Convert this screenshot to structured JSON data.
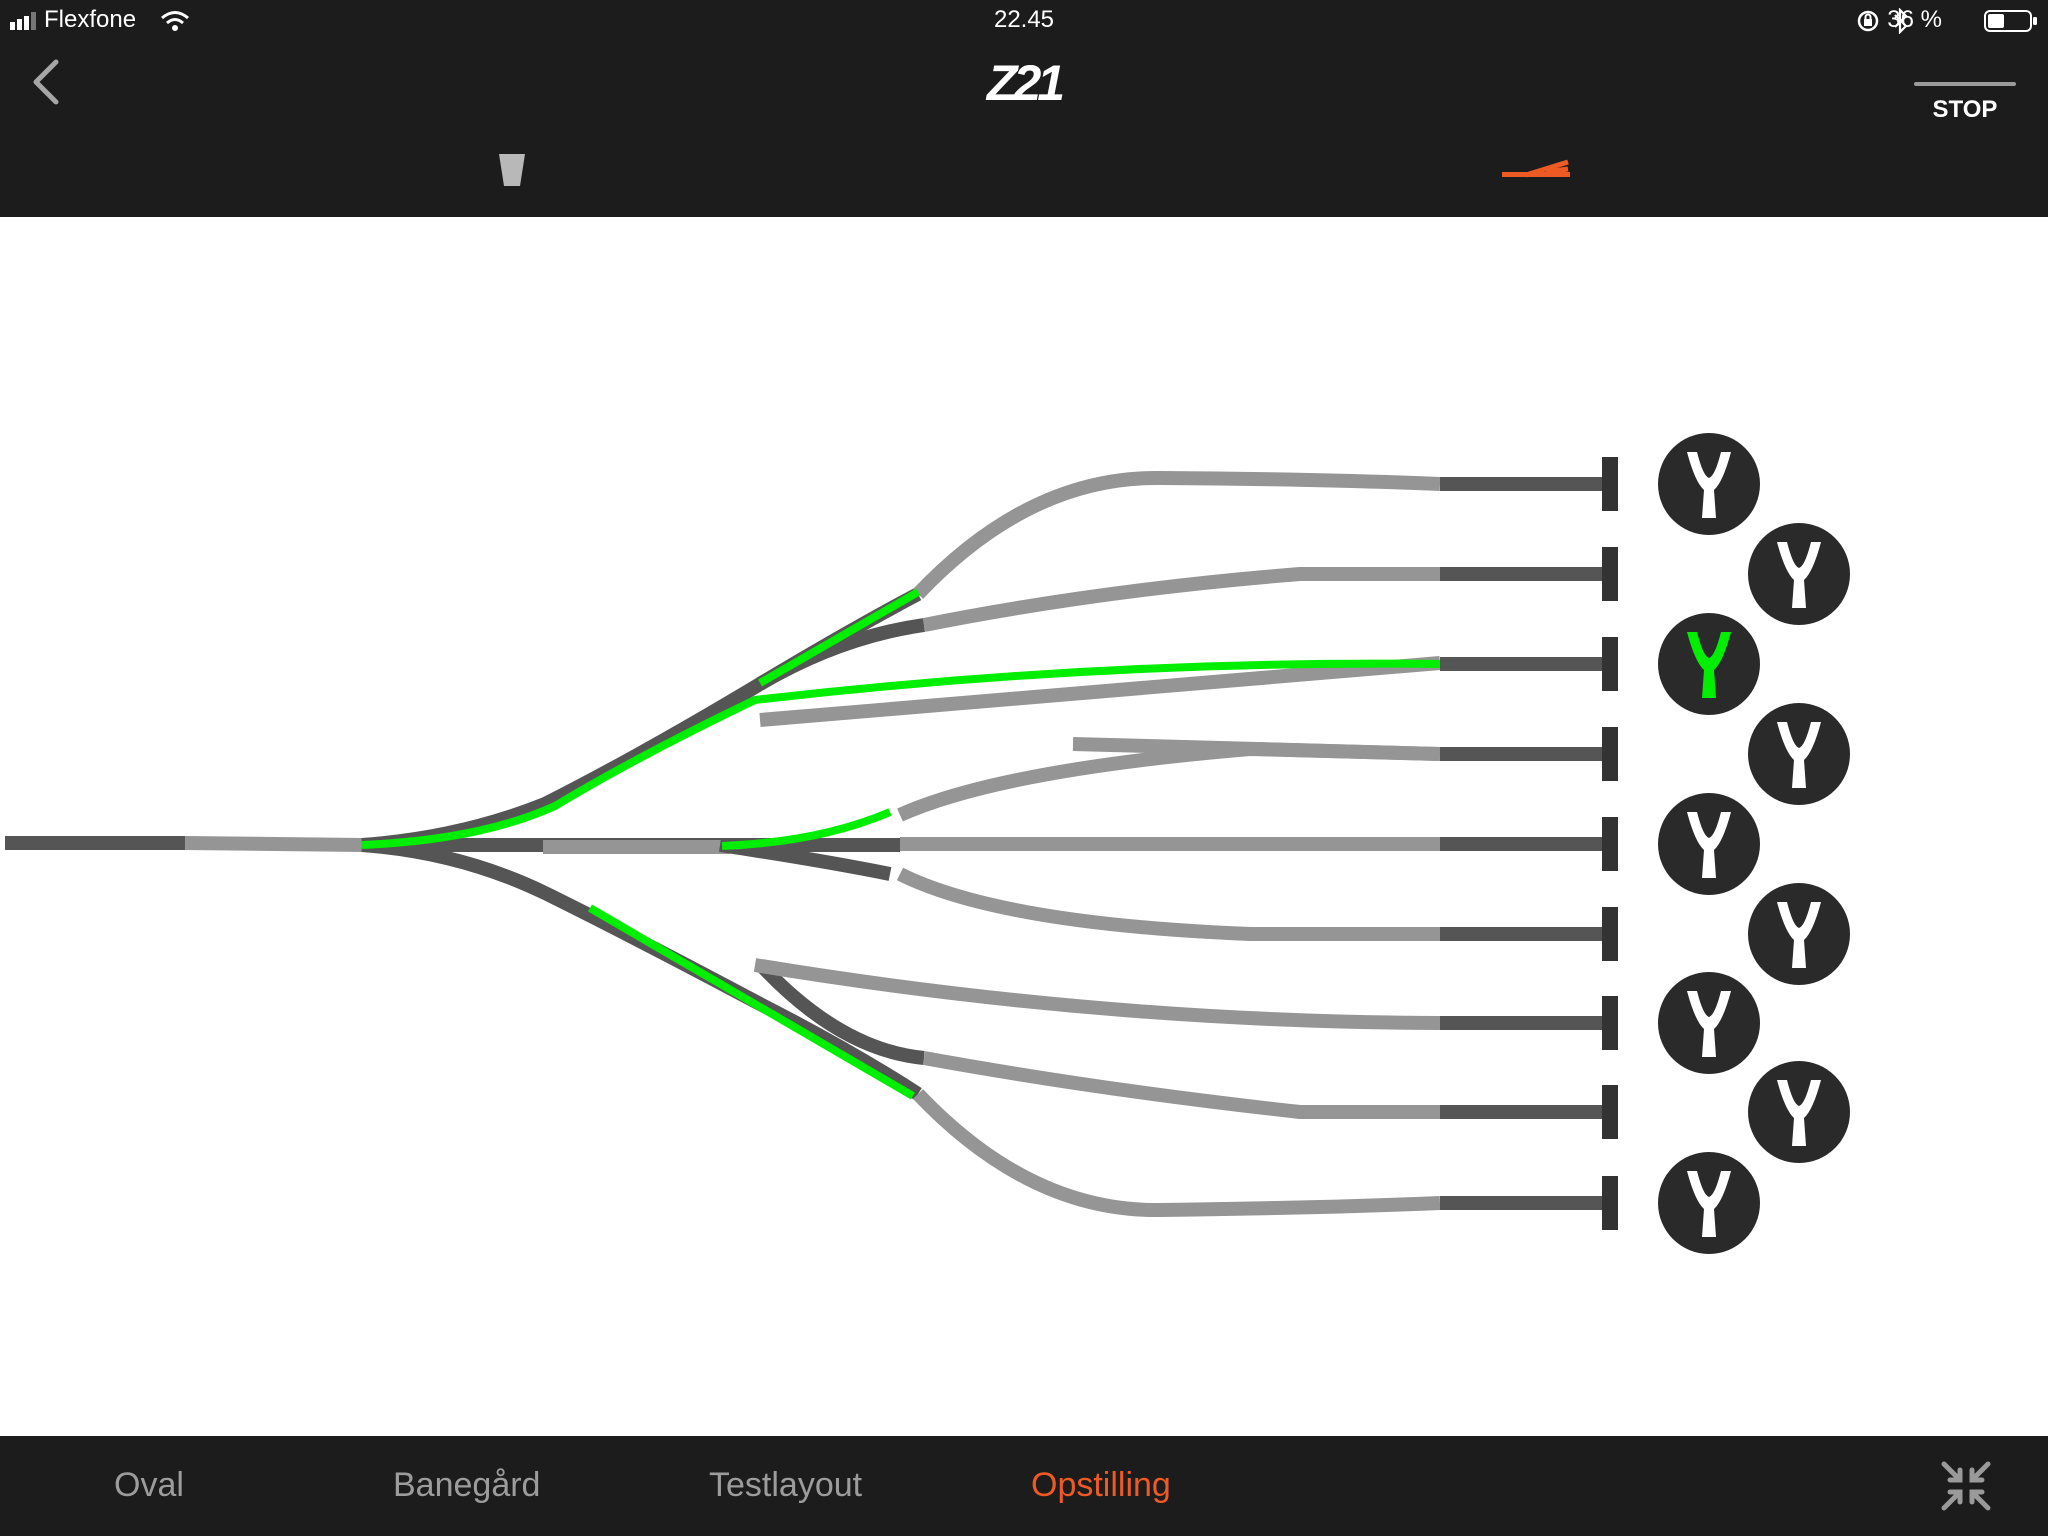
{
  "status_bar": {
    "carrier": "Flexfone",
    "time": "22.45",
    "battery_percent": "36 %",
    "icons": [
      "signal-icon",
      "wifi-icon",
      "orientation-lock-icon",
      "bluetooth-icon",
      "battery-icon"
    ]
  },
  "header": {
    "title": "Z21",
    "back_icon": "chevron-left-icon",
    "stop_label": "STOP",
    "tabs": [
      {
        "name": "locomotive",
        "icon": "locomotive-icon",
        "active": false
      },
      {
        "name": "switches",
        "icon": "switch-track-icon",
        "active": true
      }
    ]
  },
  "track_layout": {
    "active_color": "#00ee00",
    "track_light": "#959595",
    "track_dark": "#555555",
    "turnout_buttons": [
      {
        "icon": "turnout-icon",
        "active": false
      },
      {
        "icon": "turnout-icon",
        "active": false
      },
      {
        "icon": "turnout-icon",
        "active": true
      },
      {
        "icon": "turnout-icon",
        "active": false
      },
      {
        "icon": "turnout-icon",
        "active": false
      },
      {
        "icon": "turnout-icon",
        "active": false
      },
      {
        "icon": "turnout-icon",
        "active": false
      },
      {
        "icon": "turnout-icon",
        "active": false
      },
      {
        "icon": "turnout-icon",
        "active": false
      }
    ]
  },
  "bottom_nav": {
    "tabs": [
      {
        "label": "Oval",
        "active": false
      },
      {
        "label": "Banegård",
        "active": false
      },
      {
        "label": "Testlayout",
        "active": false
      },
      {
        "label": "Opstilling",
        "active": true
      }
    ],
    "collapse_icon": "collapse-arrows-icon"
  },
  "colors": {
    "bar_background": "#1c1c1c",
    "accent": "#ee5a24",
    "inactive_text": "#9c9c9c"
  }
}
